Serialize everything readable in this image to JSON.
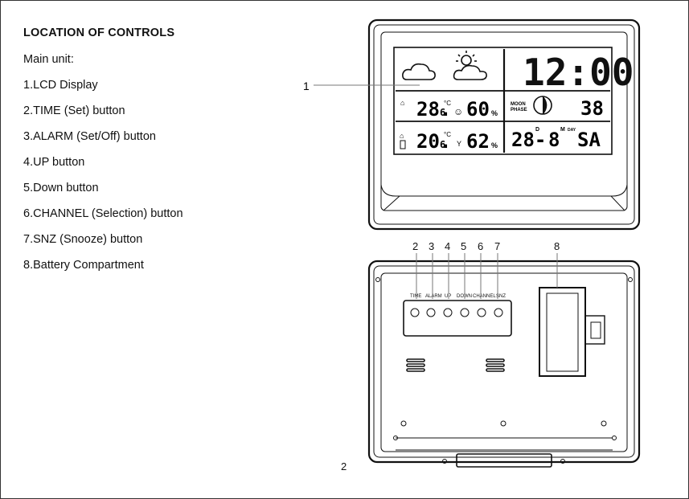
{
  "heading": "LOCATION OF CONTROLS",
  "subheading": "Main unit:",
  "controls": [
    "1.LCD Display",
    "2.TIME (Set) button",
    "3.ALARM (Set/Off) button",
    "4.UP button",
    "5.Down button",
    "6.CHANNEL (Selection) button",
    "7.SNZ (Snooze) button",
    "8.Battery Compartment"
  ],
  "page_number": "2",
  "callouts": [
    "1",
    "2",
    "3",
    "4",
    "5",
    "6",
    "7",
    "8"
  ],
  "back_labels": [
    "TIME",
    "ALARM",
    "UP",
    "DOWN",
    "CHANNEL",
    "SNZ"
  ],
  "lcd": {
    "time": "12:00",
    "indoor_temp": "28.",
    "indoor_temp_decimal": "6",
    "unit_c": "°C",
    "comfort_glyph": "☺",
    "indoor_humidity": "60",
    "percent": "%",
    "moon_label_1": "MOON",
    "moon_label_2": "PHASE",
    "moon_day": "38",
    "outdoor_temp": "20.",
    "outdoor_temp_decimal": "6",
    "outdoor_humidity": "62",
    "date_day": "28-",
    "d_marker": "D",
    "date_month": "8",
    "m_marker": "M",
    "day_label": "DAY",
    "weekday": "SA"
  },
  "icons": [
    "home-icon",
    "cloud-icon",
    "sun-cloud-icon",
    "moon-phase-icon",
    "thermometer-icon",
    "signal-icon",
    "comfort-icon"
  ]
}
